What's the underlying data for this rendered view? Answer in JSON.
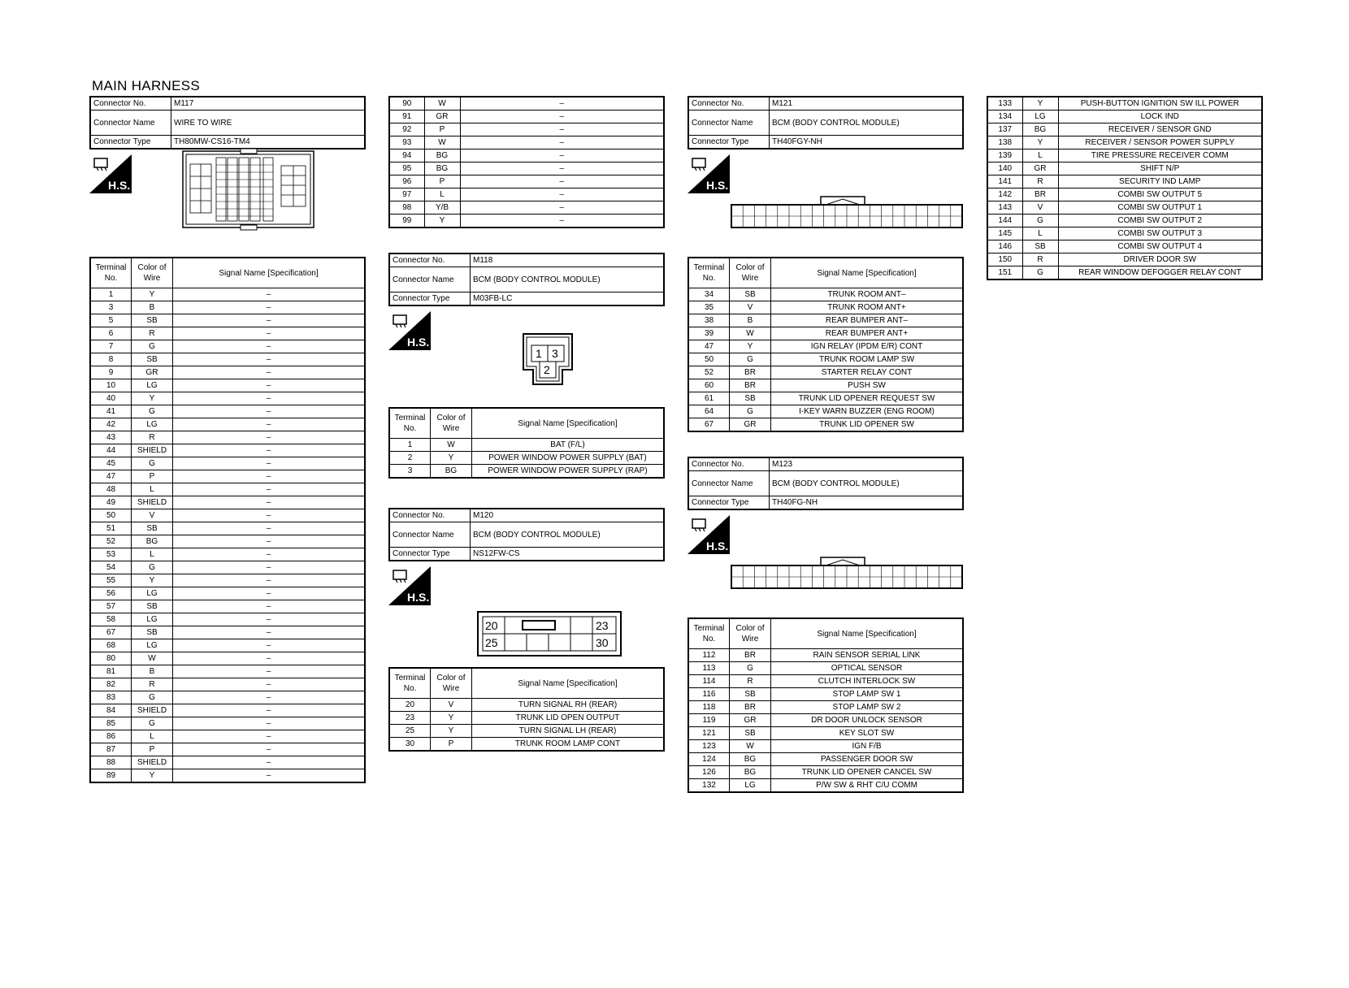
{
  "title": "MAIN HARNESS",
  "labels": {
    "connector_no": "Connector No.",
    "connector_name": "Connector Name",
    "connector_type": "Connector Type",
    "terminal_no": "Terminal No.",
    "color_of_wire": "Color of Wire",
    "signal_name": "Signal Name [Specification]",
    "hs": "H.S."
  },
  "m117": {
    "no": "M117",
    "name": "WIRE TO WIRE",
    "type": "TH80MW-CS16-TM4",
    "rows": [
      [
        "1",
        "Y",
        "–"
      ],
      [
        "3",
        "B",
        "–"
      ],
      [
        "5",
        "SB",
        "–"
      ],
      [
        "6",
        "R",
        "–"
      ],
      [
        "7",
        "G",
        "–"
      ],
      [
        "8",
        "SB",
        "–"
      ],
      [
        "9",
        "GR",
        "–"
      ],
      [
        "10",
        "LG",
        "–"
      ],
      [
        "40",
        "Y",
        "–"
      ],
      [
        "41",
        "G",
        "–"
      ],
      [
        "42",
        "LG",
        "–"
      ],
      [
        "43",
        "R",
        "–"
      ],
      [
        "44",
        "SHIELD",
        "–"
      ],
      [
        "45",
        "G",
        "–"
      ],
      [
        "47",
        "P",
        "–"
      ],
      [
        "48",
        "L",
        "–"
      ],
      [
        "49",
        "SHIELD",
        "–"
      ],
      [
        "50",
        "V",
        "–"
      ],
      [
        "51",
        "SB",
        "–"
      ],
      [
        "52",
        "BG",
        "–"
      ],
      [
        "53",
        "L",
        "–"
      ],
      [
        "54",
        "G",
        "–"
      ],
      [
        "55",
        "Y",
        "–"
      ],
      [
        "56",
        "LG",
        "–"
      ],
      [
        "57",
        "SB",
        "–"
      ],
      [
        "58",
        "LG",
        "–"
      ],
      [
        "67",
        "SB",
        "–"
      ],
      [
        "68",
        "LG",
        "–"
      ],
      [
        "80",
        "W",
        "–"
      ],
      [
        "81",
        "B",
        "–"
      ],
      [
        "82",
        "R",
        "–"
      ],
      [
        "83",
        "G",
        "–"
      ],
      [
        "84",
        "SHIELD",
        "–"
      ],
      [
        "85",
        "G",
        "–"
      ],
      [
        "86",
        "L",
        "–"
      ],
      [
        "87",
        "P",
        "–"
      ],
      [
        "88",
        "SHIELD",
        "–"
      ],
      [
        "89",
        "Y",
        "–"
      ]
    ],
    "cont_rows": [
      [
        "90",
        "W",
        "–"
      ],
      [
        "91",
        "GR",
        "–"
      ],
      [
        "92",
        "P",
        "–"
      ],
      [
        "93",
        "W",
        "–"
      ],
      [
        "94",
        "BG",
        "–"
      ],
      [
        "95",
        "BG",
        "–"
      ],
      [
        "96",
        "P",
        "–"
      ],
      [
        "97",
        "L",
        "–"
      ],
      [
        "98",
        "Y/B",
        "–"
      ],
      [
        "99",
        "Y",
        "–"
      ]
    ]
  },
  "m118": {
    "no": "M118",
    "name": "BCM (BODY CONTROL MODULE)",
    "type": "M03FB-LC",
    "pins": [
      "1",
      "3",
      "2"
    ],
    "rows": [
      [
        "1",
        "W",
        "BAT (F/L)"
      ],
      [
        "2",
        "Y",
        "POWER WINDOW POWER SUPPLY (BAT)"
      ],
      [
        "3",
        "BG",
        "POWER WINDOW POWER SUPPLY (RAP)"
      ]
    ]
  },
  "m120": {
    "no": "M120",
    "name": "BCM (BODY CONTROL MODULE)",
    "type": "NS12FW-CS",
    "pins": [
      "20",
      "23",
      "25",
      "30"
    ],
    "rows": [
      [
        "20",
        "V",
        "TURN SIGNAL RH (REAR)"
      ],
      [
        "23",
        "Y",
        "TRUNK LID OPEN OUTPUT"
      ],
      [
        "25",
        "Y",
        "TURN SIGNAL LH (REAR)"
      ],
      [
        "30",
        "P",
        "TRUNK ROOM LAMP CONT"
      ]
    ]
  },
  "m121": {
    "no": "M121",
    "name": "BCM (BODY CONTROL MODULE)",
    "type": "TH40FGY-NH",
    "rows": [
      [
        "34",
        "SB",
        "TRUNK ROOM ANT–"
      ],
      [
        "35",
        "V",
        "TRUNK ROOM ANT+"
      ],
      [
        "38",
        "B",
        "REAR BUMPER ANT–"
      ],
      [
        "39",
        "W",
        "REAR BUMPER ANT+"
      ],
      [
        "47",
        "Y",
        "IGN RELAY (IPDM E/R) CONT"
      ],
      [
        "50",
        "G",
        "TRUNK ROOM LAMP SW"
      ],
      [
        "52",
        "BR",
        "STARTER RELAY CONT"
      ],
      [
        "60",
        "BR",
        "PUSH SW"
      ],
      [
        "61",
        "SB",
        "TRUNK LID OPENER REQUEST SW"
      ],
      [
        "64",
        "G",
        "I-KEY WARN BUZZER (ENG ROOM)"
      ],
      [
        "67",
        "GR",
        "TRUNK LID OPENER SW"
      ]
    ]
  },
  "m123": {
    "no": "M123",
    "name": "BCM (BODY CONTROL MODULE)",
    "type": "TH40FG-NH",
    "rows": [
      [
        "112",
        "BR",
        "RAIN SENSOR SERIAL LINK"
      ],
      [
        "113",
        "G",
        "OPTICAL SENSOR"
      ],
      [
        "114",
        "R",
        "CLUTCH INTERLOCK SW"
      ],
      [
        "116",
        "SB",
        "STOP LAMP SW 1"
      ],
      [
        "118",
        "BR",
        "STOP LAMP SW 2"
      ],
      [
        "119",
        "GR",
        "DR DOOR UNLOCK SENSOR"
      ],
      [
        "121",
        "SB",
        "KEY SLOT SW"
      ],
      [
        "123",
        "W",
        "IGN F/B"
      ],
      [
        "124",
        "BG",
        "PASSENGER DOOR SW"
      ],
      [
        "126",
        "BG",
        "TRUNK LID OPENER CANCEL SW"
      ],
      [
        "132",
        "LG",
        "P/W SW & RHT C/U COMM"
      ]
    ],
    "cont_rows": [
      [
        "133",
        "Y",
        "PUSH-BUTTON IGNITION SW ILL POWER"
      ],
      [
        "134",
        "LG",
        "LOCK IND"
      ],
      [
        "137",
        "BG",
        "RECEIVER / SENSOR GND"
      ],
      [
        "138",
        "Y",
        "RECEIVER / SENSOR POWER SUPPLY"
      ],
      [
        "139",
        "L",
        "TIRE PRESSURE RECEIVER COMM"
      ],
      [
        "140",
        "GR",
        "SHIFT N/P"
      ],
      [
        "141",
        "R",
        "SECURITY IND LAMP"
      ],
      [
        "142",
        "BR",
        "COMBI SW OUTPUT 5"
      ],
      [
        "143",
        "V",
        "COMBI SW OUTPUT 1"
      ],
      [
        "144",
        "G",
        "COMBI SW OUTPUT 2"
      ],
      [
        "145",
        "L",
        "COMBI SW OUTPUT 3"
      ],
      [
        "146",
        "SB",
        "COMBI SW OUTPUT 4"
      ],
      [
        "150",
        "R",
        "DRIVER DOOR SW"
      ],
      [
        "151",
        "G",
        "REAR WINDOW DEFOGGER RELAY CONT"
      ]
    ]
  }
}
